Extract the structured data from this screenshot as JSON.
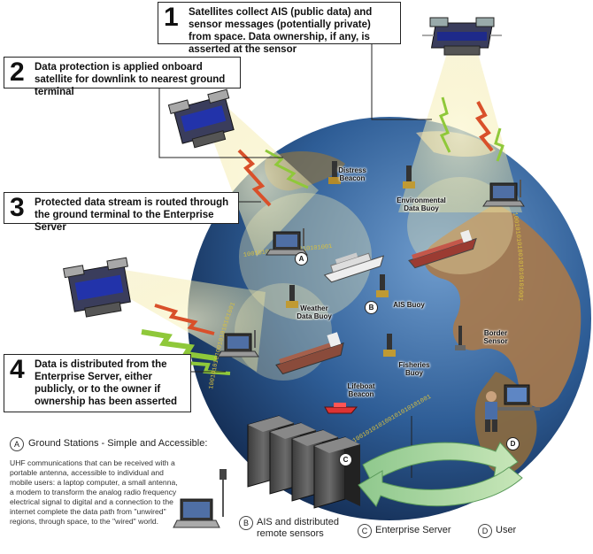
{
  "steps": [
    {
      "num": "1",
      "text": "Satellites collect AIS (public data) and sensor messages (potentially private) from space.  Data ownership, if any, is asserted at the sensor"
    },
    {
      "num": "2",
      "text": "Data protection is applied onboard satellite for downlink to nearest ground terminal"
    },
    {
      "num": "3",
      "text": "Protected data stream is routed through the ground terminal to the Enterprise Server"
    },
    {
      "num": "4",
      "text": "Data is distributed from the Enterprise Server, either publicly, or to the owner if ownership has been asserted"
    }
  ],
  "labels": {
    "distress": "Distress Beacon",
    "env_buoy": "Environmental Data Buoy",
    "weather_buoy": "Weather Data Buoy",
    "ais_buoy": "AIS Buoy",
    "border_sensor": "Border Sensor",
    "fisheries_buoy": "Fisheries Buoy",
    "lifeboat": "Lifeboat Beacon"
  },
  "markers": {
    "a": "A",
    "b": "B",
    "c": "C",
    "d": "D"
  },
  "binary": "100101010100101010101001",
  "legend": {
    "a_title": "Ground Stations - Simple and Accessible:",
    "a_desc": "UHF communications that can be received with a portable antenna, accessible to individual and mobile users: a laptop computer, a small antenna, a modem to transform the analog radio frequency electrical signal to digital and a connection to the internet complete the data path from \"unwired\" regions, through space, to the \"wired\" world.",
    "b_label": "AIS and distributed remote sensors",
    "c_label": "Enterprise Server",
    "d_label": "User"
  },
  "colors": {
    "ocean": "#2e5d96",
    "land": "#a8794a",
    "beam": "#f3ecb0",
    "uplink": "#d9502a",
    "downlink": "#8fc83a",
    "binary": "#d8c040"
  }
}
